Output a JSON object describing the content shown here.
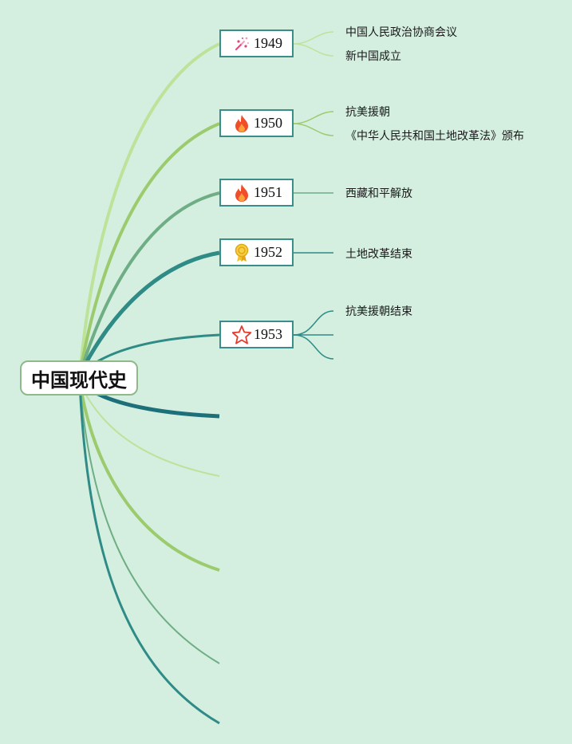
{
  "root": {
    "label": "中国现代史"
  },
  "years": [
    {
      "year": "1949",
      "icon": "sparkle-icon",
      "events": [
        "中国人民政治协商会议",
        "新中国成立"
      ]
    },
    {
      "year": "1950",
      "icon": "fire-icon",
      "events": [
        "抗美援朝",
        "《中华人民共和国土地改革法》颁布"
      ]
    },
    {
      "year": "1951",
      "icon": "fire-icon",
      "events": [
        "西藏和平解放"
      ]
    },
    {
      "year": "1952",
      "icon": "award-medal-icon",
      "events": [
        "土地改革结束"
      ]
    },
    {
      "year": "1953",
      "icon": "star-icon",
      "events": [
        "抗美援朝结束",
        "",
        ""
      ]
    }
  ],
  "colors": {
    "background": "#d4efe0",
    "branch_light_green": "#bde39a",
    "branch_green": "#9ccb6e",
    "branch_sage": "#6fae84",
    "branch_teal": "#2e8b86",
    "branch_dark_teal": "#1d6f7a",
    "node_border": "#3b8d8a",
    "root_border": "#8fb98a"
  }
}
